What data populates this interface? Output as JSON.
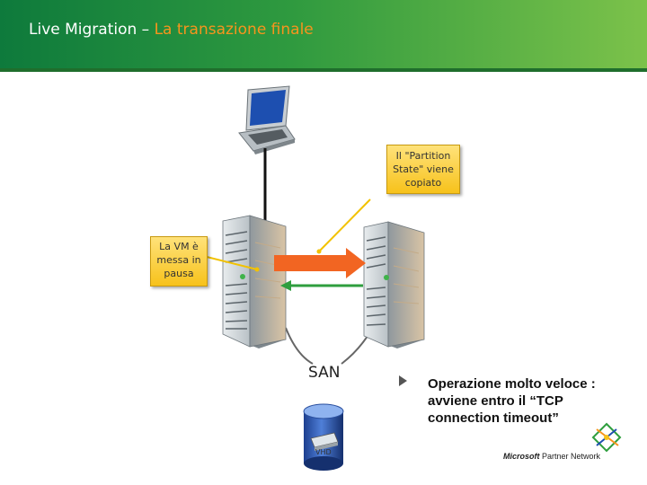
{
  "header": {
    "title_main": "Live Migration – ",
    "title_accent": "La transazione finale"
  },
  "callouts": {
    "partition_state": "Il \"Partition State\" viene copiato",
    "vm_paused": "La VM è messa in pausa"
  },
  "storage": {
    "san_label": "SAN",
    "vhd_label": "VHD"
  },
  "bullet": {
    "text": "Operazione molto veloce : avviene entro il “TCP connection timeout”"
  },
  "footer": {
    "brand_bold": "Microsoft",
    "brand_rest": " Partner Network"
  },
  "colors": {
    "header_dark": "#0e7a3c",
    "header_light": "#7cc24a",
    "title_accent": "#f7941d",
    "migration_arrow": "#f26522",
    "return_arrow": "#2e9e3e",
    "callout_fill": "#f7c21b"
  },
  "icons": [
    "laptop-icon",
    "server-icon",
    "database-icon",
    "partner-network-logo-icon"
  ]
}
